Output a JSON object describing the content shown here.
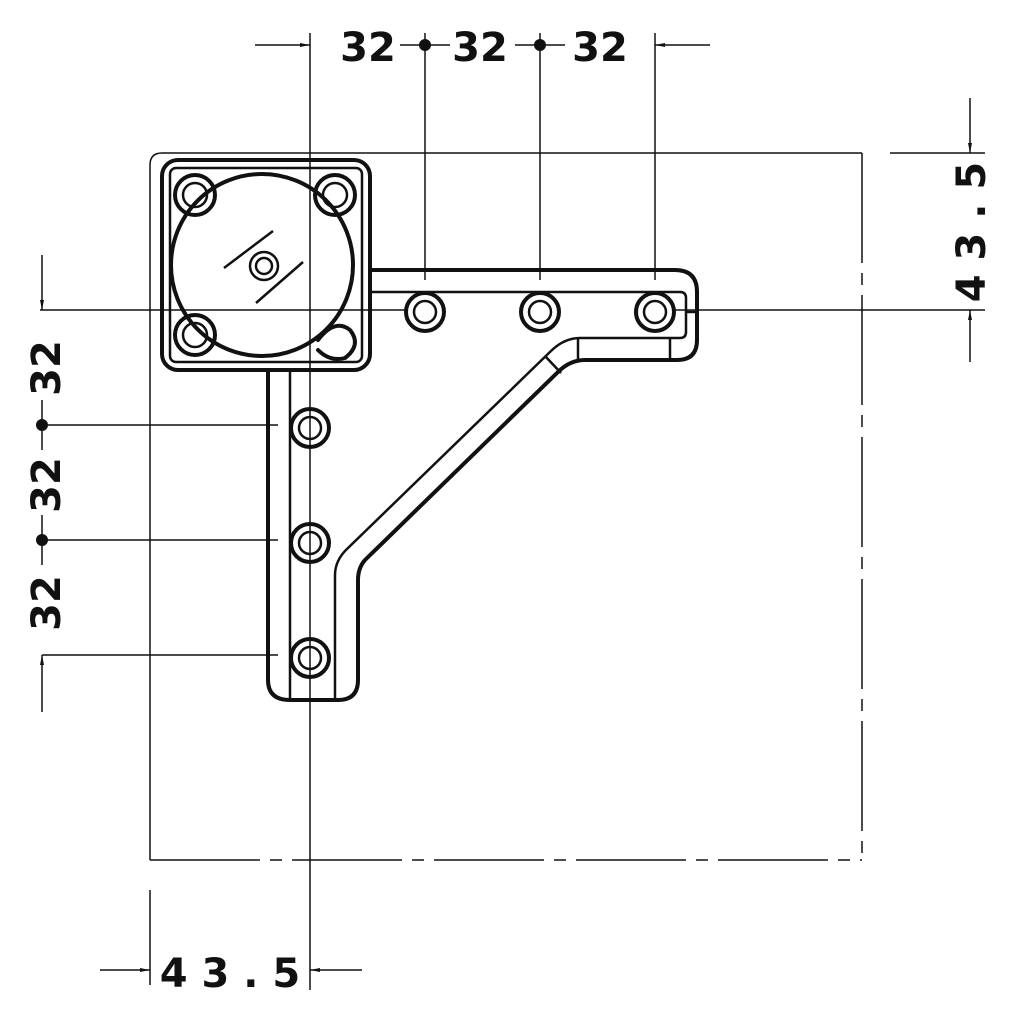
{
  "drawing": {
    "title": "Corner leg mounting plate dimension drawing",
    "color": "#111111",
    "dimensions": {
      "top_spacing": [
        "32",
        "32",
        "32"
      ],
      "left_spacing": [
        "32",
        "32",
        "32"
      ],
      "right_offset": "4 3 . 5",
      "bottom_offset": "4 3 . 5"
    },
    "hole_count_horizontal_arm": 3,
    "hole_count_vertical_arm": 3
  }
}
